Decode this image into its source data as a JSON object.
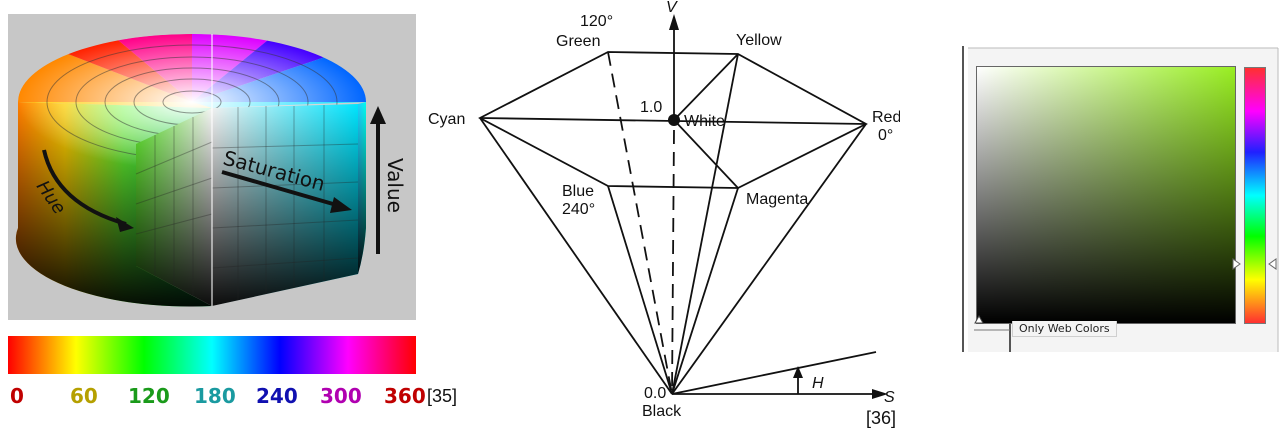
{
  "cylinder": {
    "hue_label": "Hue",
    "saturation_label": "Saturation",
    "value_label": "Value"
  },
  "hue_scale": {
    "ticks": [
      {
        "label": "0",
        "color": "#c00000"
      },
      {
        "label": "60",
        "color": "#b5a000"
      },
      {
        "label": "120",
        "color": "#1a9a1a"
      },
      {
        "label": "180",
        "color": "#1a9aa0"
      },
      {
        "label": "240",
        "color": "#1010b0"
      },
      {
        "label": "300",
        "color": "#b000b0"
      },
      {
        "label": "360",
        "color": "#c00000"
      }
    ],
    "reference": "[35]"
  },
  "hexcone": {
    "v_axis_label": "V",
    "s_axis_label": "S",
    "h_label": "H",
    "green_deg": "120°",
    "green": "Green",
    "yellow": "Yellow",
    "cyan": "Cyan",
    "white_value": "1.0",
    "white": "White",
    "red": "Red",
    "red_deg": "0°",
    "blue": "Blue",
    "blue_deg": "240°",
    "magenta": "Magenta",
    "black_value": "0.0",
    "black": "Black",
    "reference": "[36]"
  },
  "picker": {
    "web_colors_label": "Only Web Colors"
  }
}
